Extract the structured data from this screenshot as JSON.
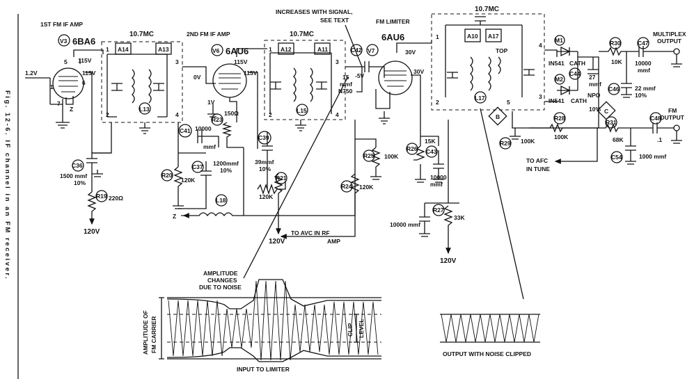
{
  "figure": {
    "caption": "Fig. 12-6. IF channel in an FM receiver."
  },
  "stages": {
    "if1": {
      "title": "1ST FM IF AMP",
      "ref": "V3",
      "tube": "6BA6"
    },
    "if2": {
      "title": "2ND FM IF AMP",
      "ref": "V6",
      "tube": "6AU6"
    },
    "lim": {
      "title": "FM LIMITER",
      "ref": "V7",
      "tube": "6AU6"
    }
  },
  "transformers": [
    {
      "freq": "10.7MC",
      "prim": "A14",
      "sec": "A13",
      "ref": "L13"
    },
    {
      "freq": "10.7MC",
      "prim": "A12",
      "sec": "A11",
      "ref": "L15"
    },
    {
      "freq": "10.7MC",
      "prim": "A10",
      "sec": "A17",
      "ref": "L17",
      "top": "TOP"
    }
  ],
  "voltages": {
    "v_in": "1.2V",
    "v115a": "115V",
    "v115b": "115V",
    "v0": "0V",
    "v115c": "115V",
    "v115d": "115V",
    "v1": "1V",
    "v30a": "30V",
    "v30b": "30V",
    "v5": "-5V",
    "b120a": "120V",
    "b120b": "120V",
    "b120c": "120V"
  },
  "pins": {
    "p1": "1",
    "p2": "2",
    "p3": "3",
    "p4": "4",
    "p5": "5",
    "p6": "6",
    "p7": "7",
    "z": "Z"
  },
  "components": {
    "c36": "C36",
    "c36v": "1500 mmf",
    "c36t": "10%",
    "r19": "R19",
    "r19v": "220Ω",
    "c41": "C41",
    "c41v": "10000",
    "c41u": "mmf",
    "r23": "R23",
    "r23v": "150Ω",
    "c39": "C39",
    "c39v": "39mmf",
    "c39t": "10%",
    "r20": "R20",
    "r20v": "120K",
    "c37": "C37",
    "c37v": "1200mmf",
    "c37t": "10%",
    "r21": "R21",
    "rx": "120K",
    "l18": "L18",
    "c42": "C42",
    "c42v": "15",
    "c42u": "mmf",
    "c42n": "N750",
    "r25": "R25",
    "r25v": "100K",
    "r24": "R24",
    "r24v": "120K",
    "r26": "R26",
    "r26v": "15K",
    "c43": "C43",
    "c43v": "10000",
    "c43u": "mmf",
    "r27": "R27",
    "r27v": "33K",
    "c10k": "10000 mmf",
    "m1": "M1",
    "m2": "M2",
    "d1": "IN541",
    "d2": "IN541",
    "cath1": "CATH",
    "cath2": "CATH",
    "c44": "C44",
    "c44v": "27",
    "c44u": "mmf",
    "c44n": "NPO",
    "c44t": "10%",
    "r30": "R30",
    "r30v": "10K",
    "c47": "C47",
    "c47v": "10000",
    "c47u": "mmf",
    "c46": "C46",
    "c46v": "22 mmf",
    "c46t": "10%",
    "r28": "R28",
    "r28v": "100K",
    "r29": "R29",
    "r29v": "100K",
    "r31": "R31",
    "r31v": "68K",
    "c48": "C48",
    "c48v": ".1",
    "c54": "C54",
    "c54v": "1000 mmf",
    "nb": "B",
    "nc": "C"
  },
  "notes": {
    "increases1": "INCREASES WITH SIGNAL,",
    "increases2": "SEE TEXT",
    "multiplex1": "MULTIPLEX",
    "multiplex2": "OUTPUT",
    "fm1": "FM",
    "fm2": "OUTPUT",
    "afc1": "TO AFC",
    "afc2": "IN TUNE",
    "avc1": "TO AVC IN RF",
    "avc2": "AMP"
  },
  "waveform": {
    "amp1": "AMPLITUDE",
    "amp2": "CHANGES",
    "amp3": "DUE TO NOISE",
    "yaxis1": "AMPLITUDE OF",
    "yaxis2": "FM CARRIER",
    "clip1": "CLIP",
    "clip2": "LEVEL",
    "input": "INPUT TO LIMITER",
    "output": "OUTPUT WITH NOISE CLIPPED"
  }
}
